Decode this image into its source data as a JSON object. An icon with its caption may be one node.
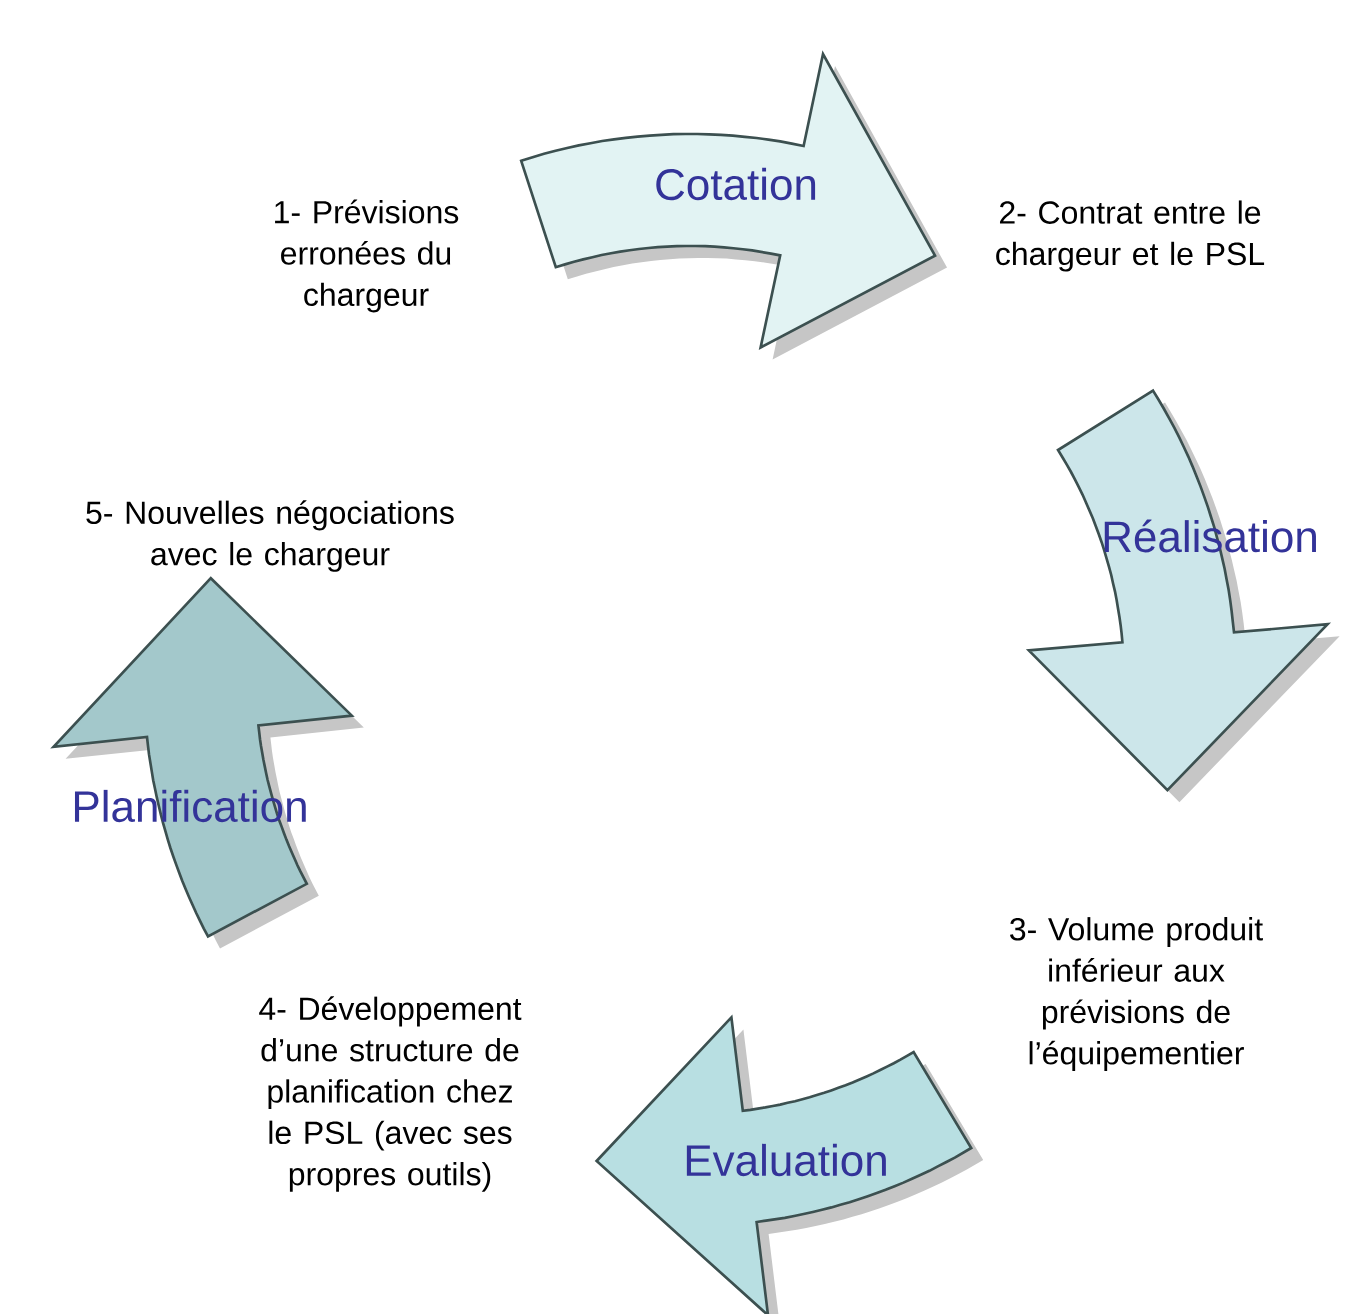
{
  "diagram": {
    "nodes": [
      {
        "text": [
          "1- Prévisions erronées du chargeur"
        ]
      },
      {
        "text": [
          "Cotation"
        ]
      },
      {
        "text": [
          "2- Contrat entre le chargeur et le PSL"
        ]
      },
      {
        "text": [
          "Réalisation"
        ]
      },
      {
        "text": [
          "3- Volume produit inférieur aux prévisions de l’équipementier"
        ]
      },
      {
        "text": [
          "Evaluation"
        ]
      },
      {
        "text": [
          "4- Développement d’une structure de planification chez le PSL (avec ses propres outils)"
        ]
      },
      {
        "text": [
          "Planification"
        ]
      },
      {
        "text": [
          "5- Nouvelles négociations avec le chargeur"
        ]
      }
    ]
  }
}
